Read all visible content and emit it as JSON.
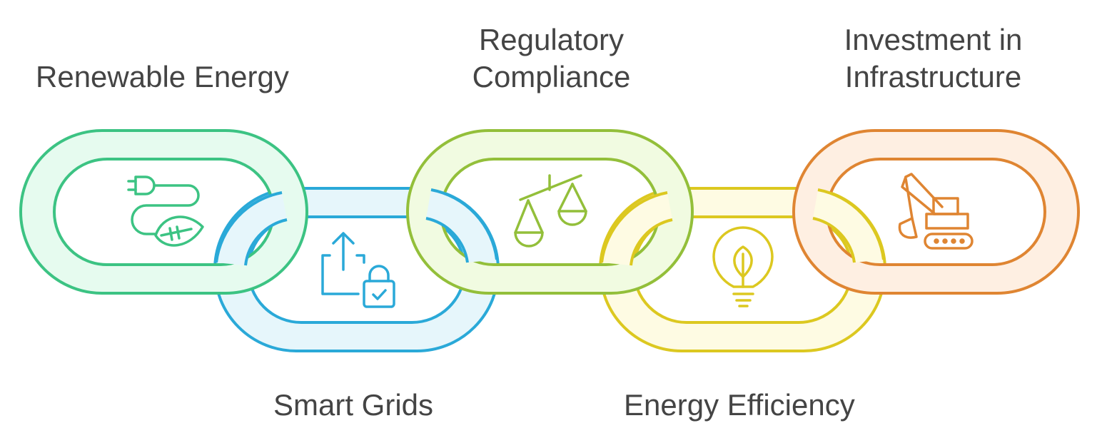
{
  "diagram": {
    "type": "chain",
    "links": [
      {
        "label": "Renewable Energy",
        "icon": "plug-leaf-icon",
        "color": "#3cc383",
        "fill": "#e6fbef"
      },
      {
        "label": "Smart Grids",
        "icon": "upload-lock-icon",
        "color": "#2aa9d8",
        "fill": "#e6f6fb"
      },
      {
        "label": "Regulatory\nCompliance",
        "icon": "scales-icon",
        "color": "#93bf3a",
        "fill": "#f1fbe1"
      },
      {
        "label": "Energy Efficiency",
        "icon": "lightbulb-leaf-icon",
        "color": "#dcc820",
        "fill": "#fefbe3"
      },
      {
        "label": "Investment in\nInfrastructure",
        "icon": "excavator-icon",
        "color": "#df8532",
        "fill": "#feefe2"
      }
    ]
  }
}
